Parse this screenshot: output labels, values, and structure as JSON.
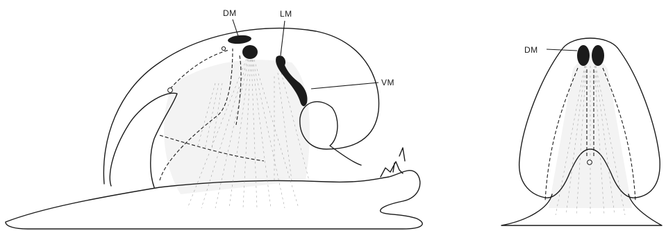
{
  "labels": {
    "dm_lateral": "DM",
    "lm": "LM",
    "vm": "VM",
    "dm_dorsal": "DM"
  }
}
